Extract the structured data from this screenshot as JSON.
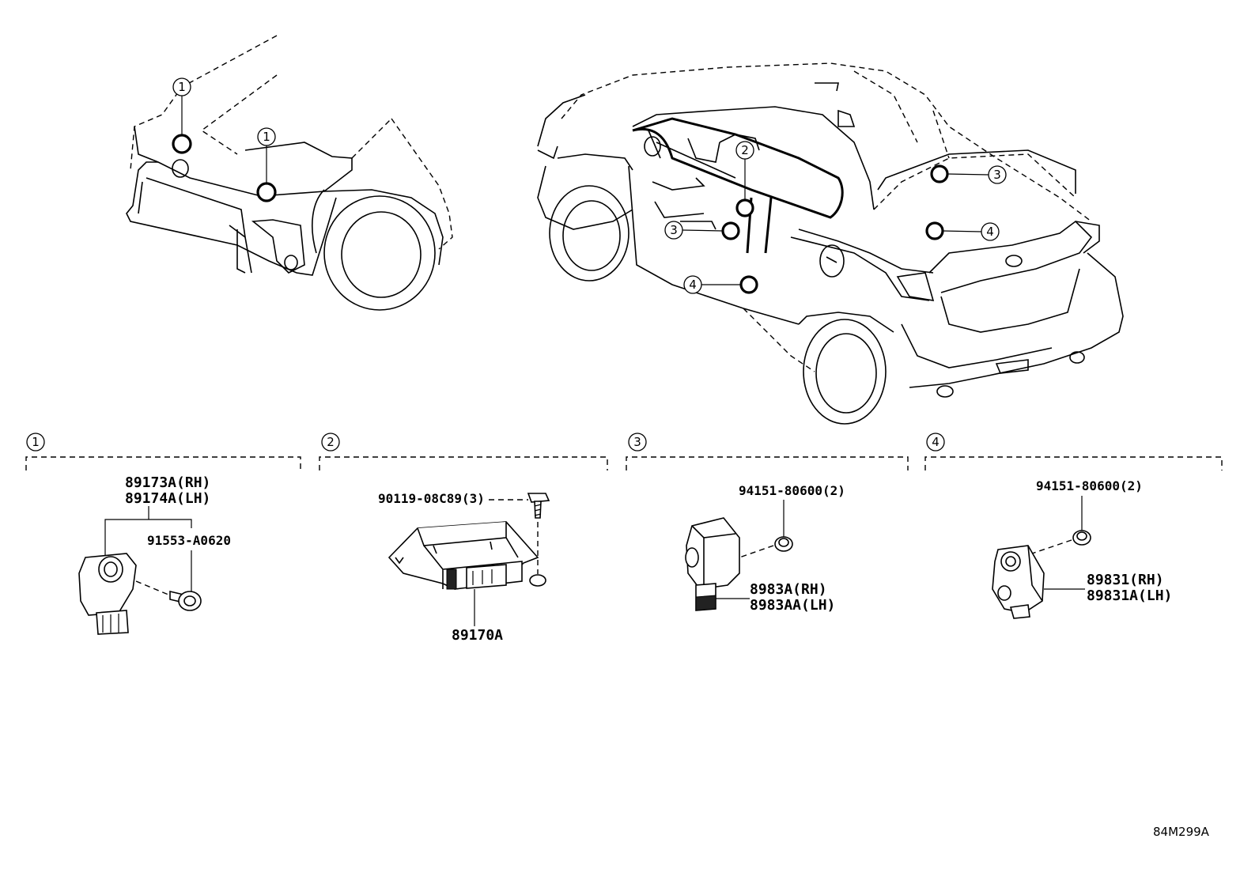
{
  "callouts": {
    "c1": "1",
    "c2": "2",
    "c3": "3",
    "c4": "4"
  },
  "sections": {
    "s1": {
      "number": "1",
      "part_a": "89173A(RH)",
      "part_b": "89174A(LH)",
      "bolt": "91553-A0620"
    },
    "s2": {
      "number": "2",
      "bolt": "90119-08C89(3)",
      "part": "89170A"
    },
    "s3": {
      "number": "3",
      "nut": "94151-80600(2)",
      "part_a": "8983A(RH)",
      "part_b": "8983AA(LH)"
    },
    "s4": {
      "number": "4",
      "nut": "94151-80600(2)",
      "part_a": "89831(RH)",
      "part_b": "89831A(LH)"
    }
  },
  "diagram_code": "84M299A"
}
